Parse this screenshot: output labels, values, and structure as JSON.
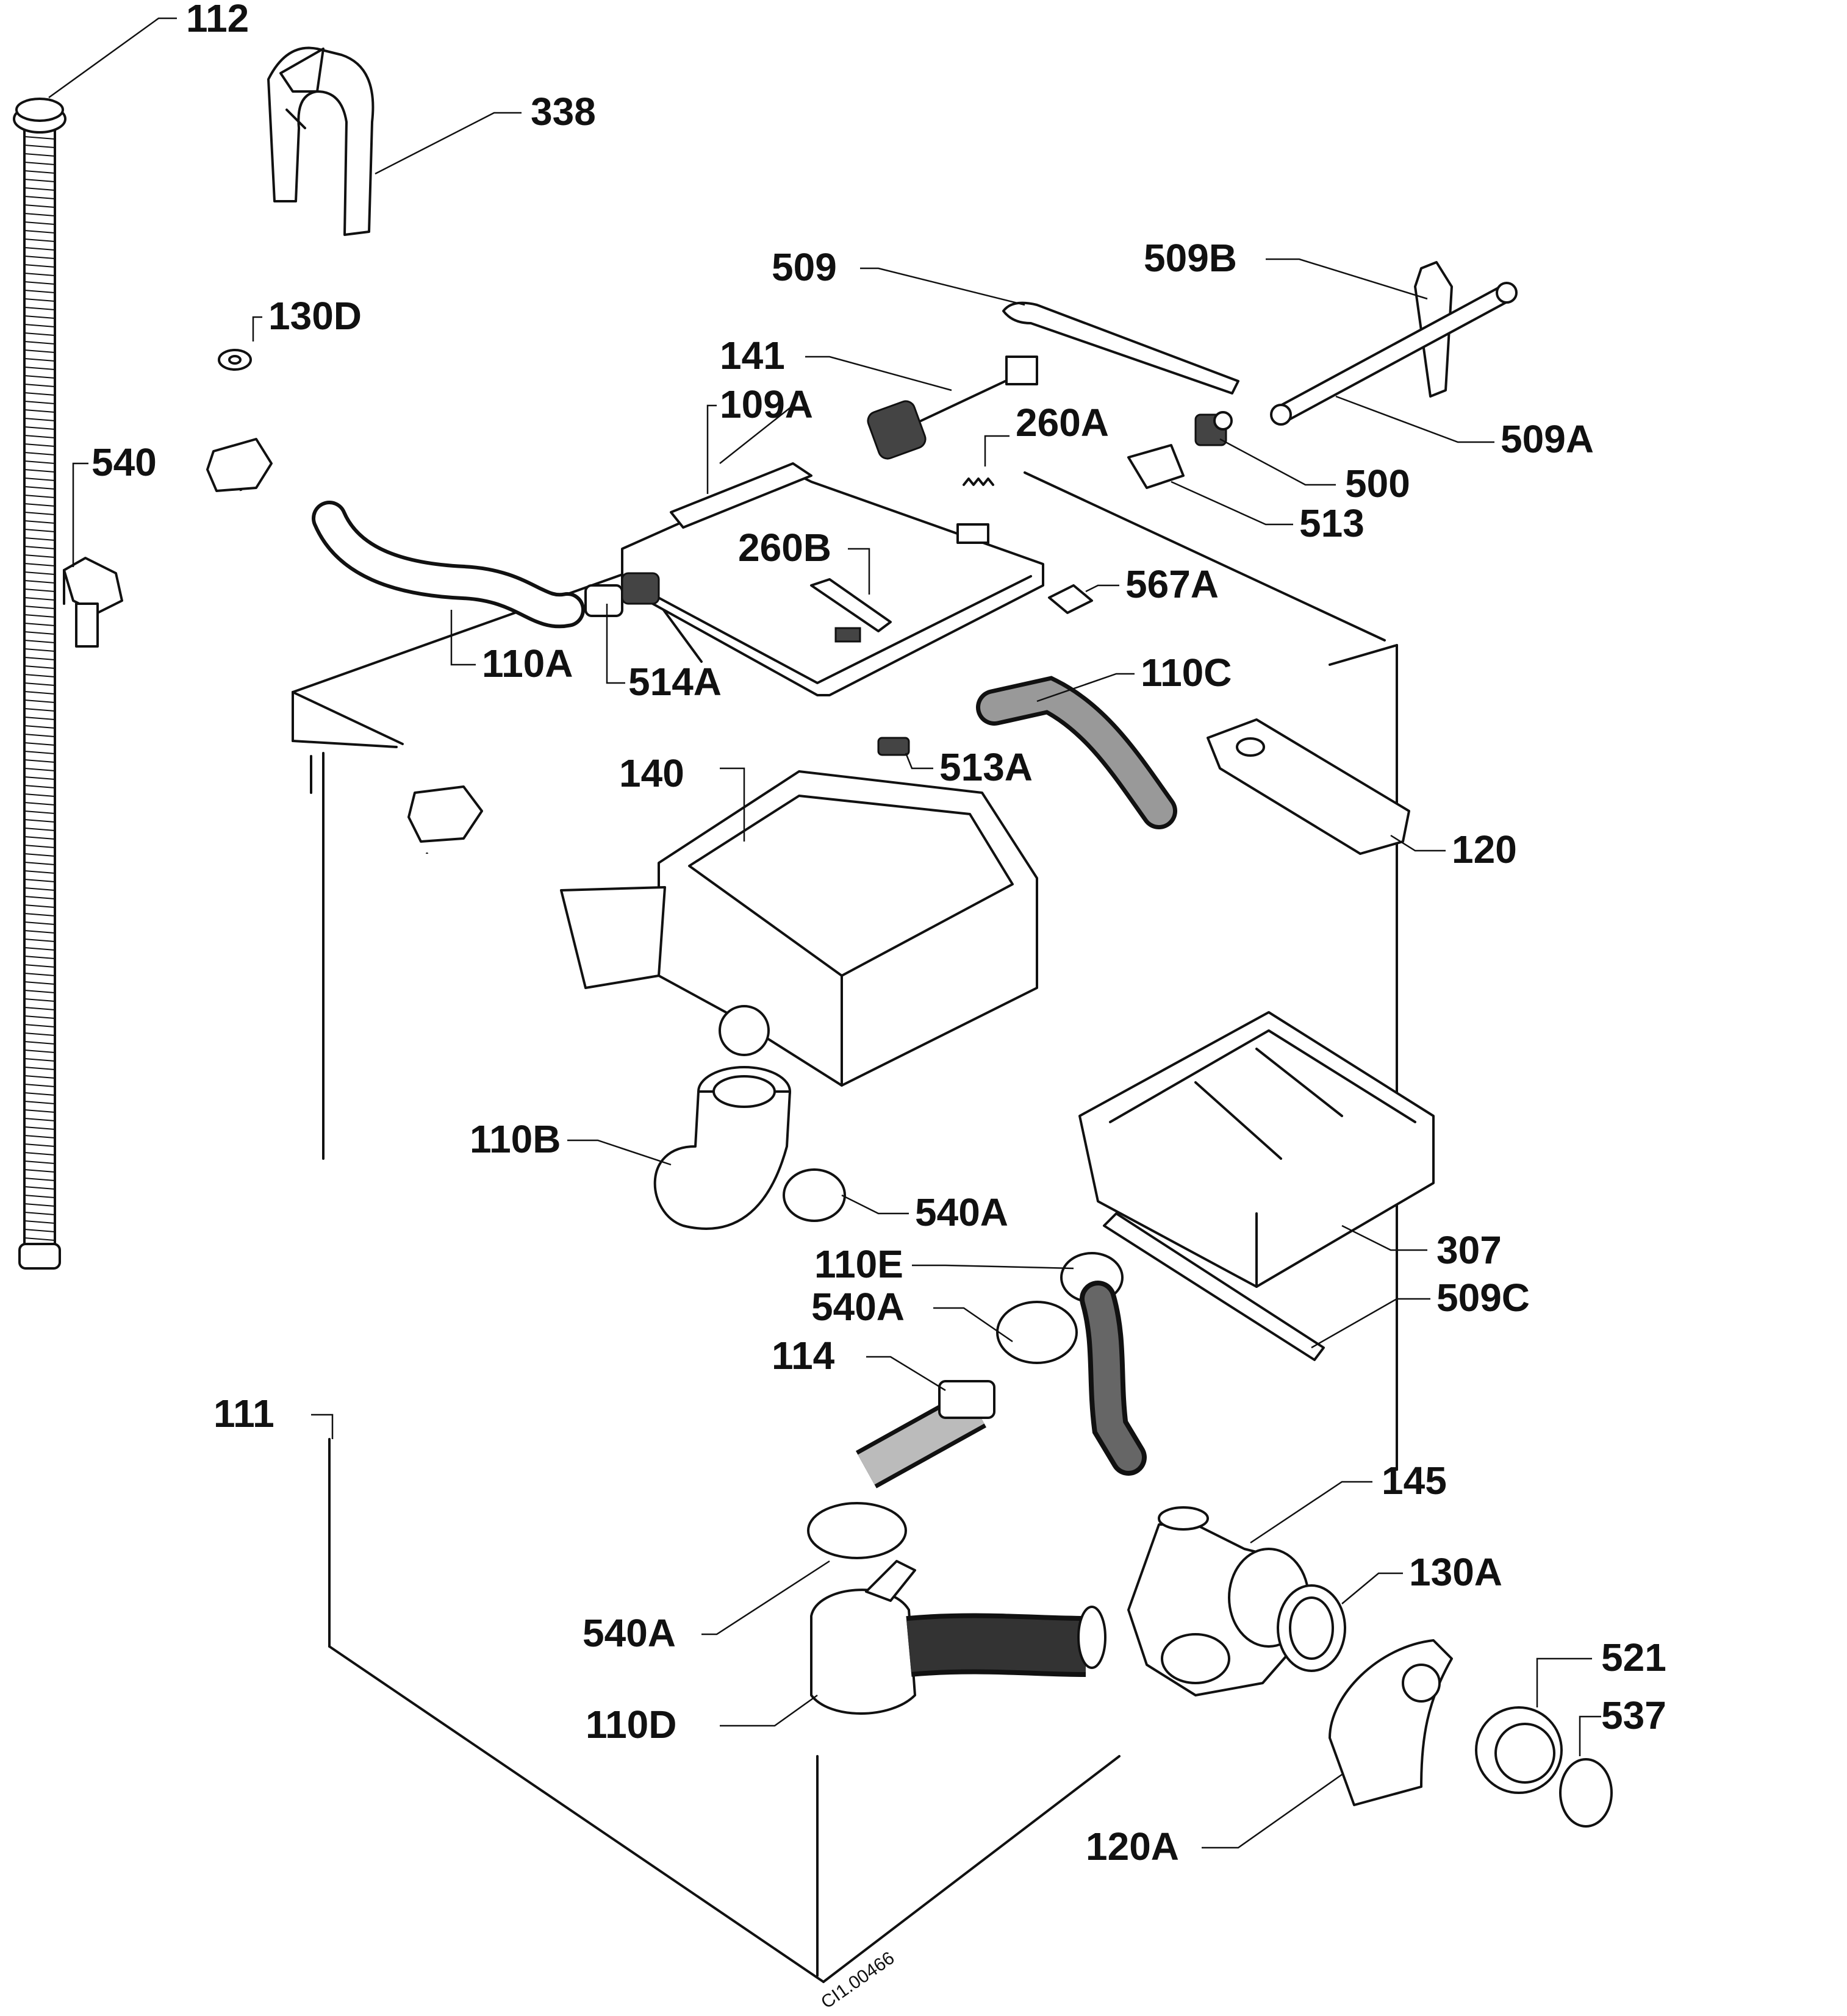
{
  "diagram": {
    "labels": {
      "p112": "112",
      "p338": "338",
      "p509": "509",
      "p509b": "509B",
      "p130d": "130D",
      "p141": "141",
      "p109a": "109A",
      "p260a": "260A",
      "p509a": "509A",
      "p540": "540",
      "p500": "500",
      "p513": "513",
      "p260b": "260B",
      "p567a": "567A",
      "p110a": "110A",
      "p514a": "514A",
      "p110c": "110C",
      "p140": "140",
      "p513a": "513A",
      "p120": "120",
      "p110b": "110B",
      "p540a_1": "540A",
      "p307": "307",
      "p110e": "110E",
      "p540a_2": "540A",
      "p509c": "509C",
      "p114": "114",
      "p111": "111",
      "p145": "145",
      "p130a": "130A",
      "p540a_3": "540A",
      "p521": "521",
      "p537": "537",
      "p110d": "110D",
      "p120a": "120A"
    },
    "drawing_reference": "CI1.00466"
  }
}
